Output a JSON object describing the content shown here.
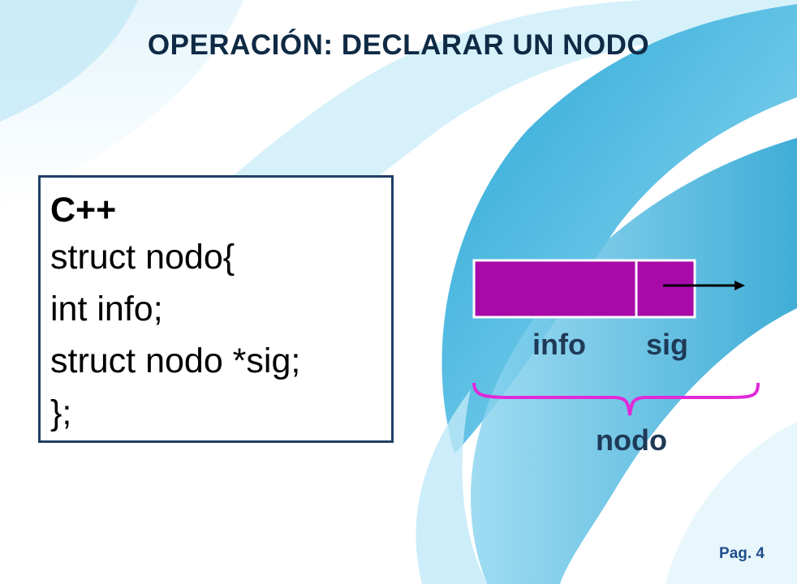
{
  "slide": {
    "title": "OPERACIÓN: DECLARAR UN NODO",
    "page_number": "Pag. 4"
  },
  "code": {
    "language": "C++",
    "lines": [
      "struct nodo{",
      "int info;",
      "struct nodo *sig;",
      "};"
    ]
  },
  "diagram": {
    "fill_color": "#a80aa8",
    "brace_color": "#e02ad8",
    "field_labels": [
      "info",
      "sig"
    ],
    "node_label": "nodo"
  }
}
